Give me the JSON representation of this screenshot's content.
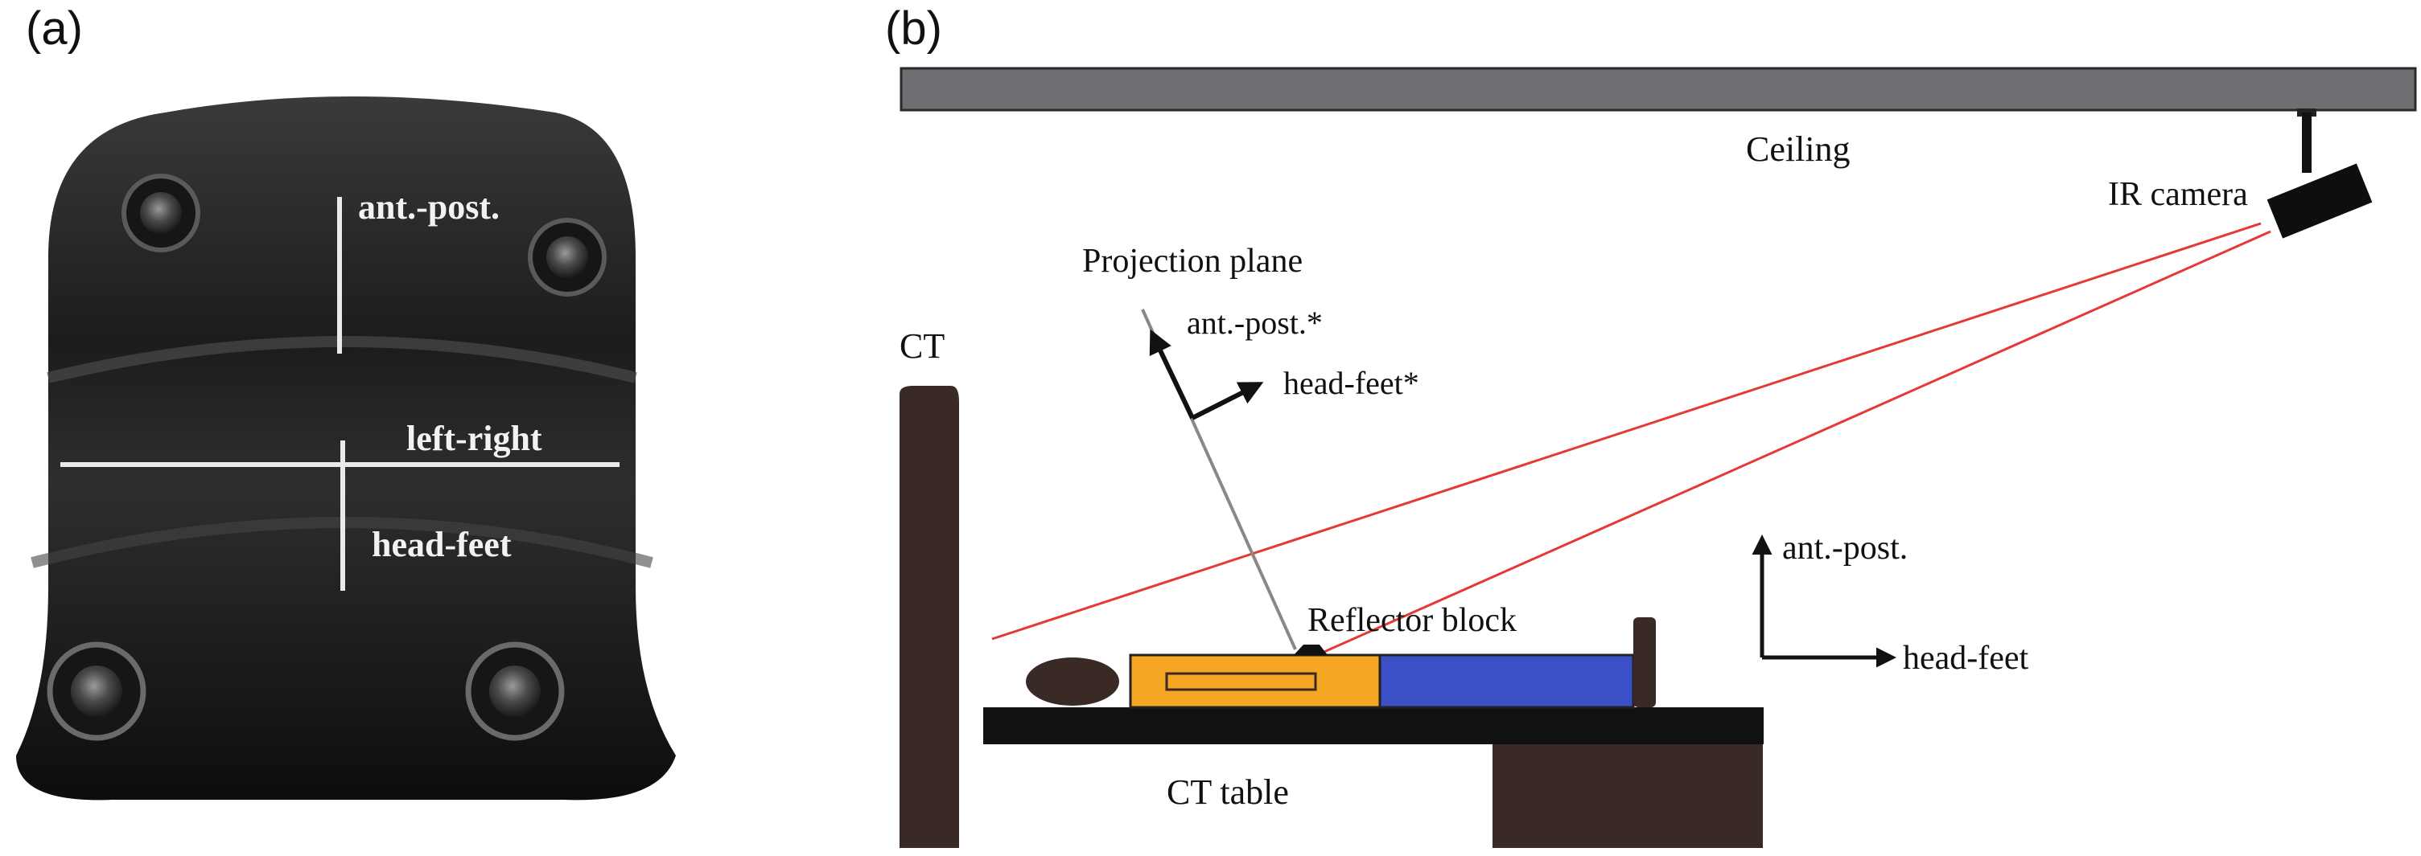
{
  "panels": {
    "a": {
      "label": "(a)",
      "axes": {
        "ant_post": "ant.-post.",
        "left_right": "left-right",
        "head_feet": "head-feet"
      }
    },
    "b": {
      "label": "(b)",
      "ceiling": "Ceiling",
      "ir_camera": "IR camera",
      "ct": "CT",
      "projection_plane": "Projection plane",
      "proj_ant_post": "ant.-post.*",
      "proj_head_feet": "head-feet*",
      "reflector_block": "Reflector block",
      "ant_post": "ant.-post.",
      "head_feet": "head-feet",
      "ct_table": "CT table"
    }
  },
  "colors": {
    "ir_ray": "#e53935",
    "reflector_block": "#f5a623",
    "body_blue": "#3b4fc7",
    "ct_brown": "#3a2a26",
    "ceiling_gray": "#6e6f73"
  }
}
